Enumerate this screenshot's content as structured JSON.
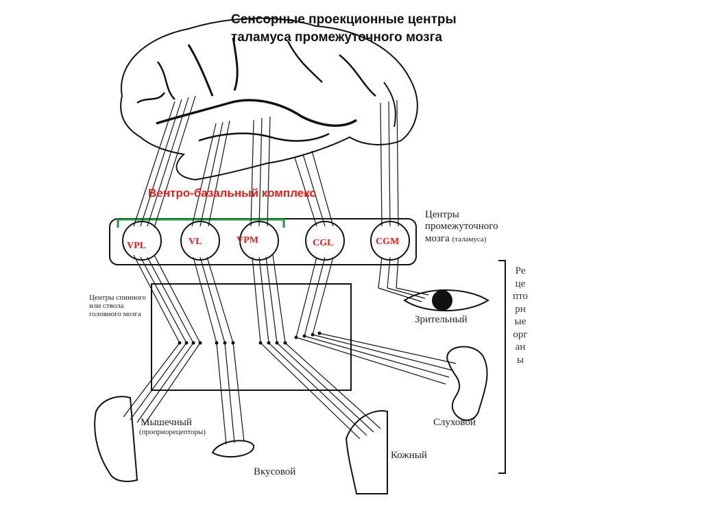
{
  "title": {
    "line1": "Сенсорные проекционные центры",
    "line2": "таламуса промежуточного мозга"
  },
  "ventrobasal_label": "Вентро-базальный комплекс",
  "thalamus": {
    "line1": "Центры",
    "line2": "промежуточного",
    "line3": "мозга",
    "line3_small": "(таламуса)"
  },
  "nuclei": [
    "VPL",
    "VL",
    "VPM",
    "CGL",
    "CGM"
  ],
  "spinal": {
    "line1": "Центры спинного",
    "line2": "или ствола",
    "line3": "головного мозга"
  },
  "receptors_vertical": "Рецепторные органы",
  "organs": {
    "visual": "Зрительный",
    "auditory": "Слуховой",
    "muscle": "Мышечный",
    "muscle_sub": "(проприорецепторы)",
    "taste": "Вкусовой",
    "skin": "Кожный"
  },
  "colors": {
    "accent_red": "#e0201c",
    "bracket_green": "#1a9a3a",
    "line": "#111111"
  }
}
